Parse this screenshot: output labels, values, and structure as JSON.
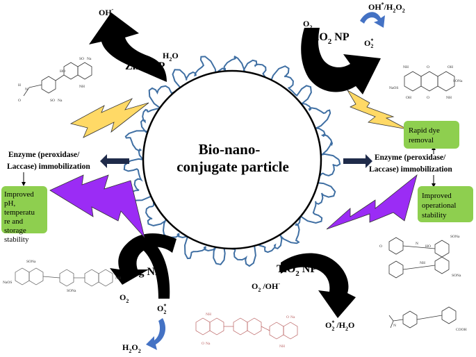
{
  "center": {
    "line1": "Bio-nano-",
    "line2": "conjugate particle"
  },
  "nanoparticles": {
    "zno": {
      "label": "ZnO NP",
      "top": "OH",
      "top_sup": "-",
      "right": "H",
      "right_sub": "2",
      "right_tail": "O"
    },
    "sio2": {
      "label": "SiO",
      "label_sub": "2",
      "label_tail": " NP",
      "side": "O",
      "side_sup": "*",
      "side_sub": "2",
      "top_o2": "O",
      "top_o2_sub": "2",
      "top_right": "OH",
      "top_right_sup": "*",
      "top_right_tail": "/H",
      "top_right_sub": "2",
      "top_right_end": "O",
      "top_right_end_sub": "2"
    },
    "tio2": {
      "label": "TiO",
      "label_sub": "2",
      "label_tail": " NP",
      "left": "O",
      "left_sub": "2",
      "left_tail": " /OH",
      "left_sup": "-",
      "bottom": "O",
      "bottom_sup": "*",
      "bottom_sub": "2",
      "bottom_tail": " /H",
      "bottom_tail_sub": "2",
      "bottom_end": "O"
    },
    "ag": {
      "label": "Ag NP",
      "left": "O",
      "left_sub": "2",
      "right": "O",
      "right_sup": "*",
      "right_sub": "2",
      "bottom": "H",
      "bottom_sub": "2",
      "bottom_tail": "O",
      "bottom_tail_sub": "2"
    }
  },
  "enzyme_left": {
    "line1": "Enzyme (peroxidase/",
    "line2": "Laccase) immobilization"
  },
  "enzyme_right": {
    "line1": "Enzyme (peroxidase/",
    "line2": "Laccase) immobilization"
  },
  "boxes": {
    "left": [
      "Improved",
      "pH,",
      "temperatu",
      "re and",
      "storage",
      "stability"
    ],
    "right_top": [
      "Rapid dye",
      "removal"
    ],
    "right_bottom": [
      "Improved",
      "operational",
      "stability"
    ]
  },
  "colors": {
    "arrow": "#000000",
    "bolt_yellow": "#ffd966",
    "bolt_purple": "#9b2cf5",
    "green_box": "#8ecf4f",
    "chain": "#3f6fa3",
    "small_arrow": "#4472c4"
  },
  "molecules": {
    "top_left": [
      "SO",
      "Na",
      "HO",
      "NH",
      "SO",
      "Na",
      "O",
      "H",
      "N"
    ],
    "top_right": [
      "NH",
      "O",
      "OH",
      "NaO",
      "S",
      "SO",
      "Na",
      "OH",
      "O",
      "NH"
    ],
    "right_mid": [
      "SO",
      "Na",
      "HO",
      "O",
      "N",
      "NH",
      "SO",
      "Na"
    ],
    "bottom_left": [
      "SO",
      "Na",
      "NaO",
      "S",
      "SO",
      "Na",
      "NH"
    ],
    "bottom_mid": [
      "NH",
      "O",
      "Na",
      "O",
      "Na",
      "NH"
    ],
    "bottom_right": [
      "N",
      "COOH"
    ]
  }
}
